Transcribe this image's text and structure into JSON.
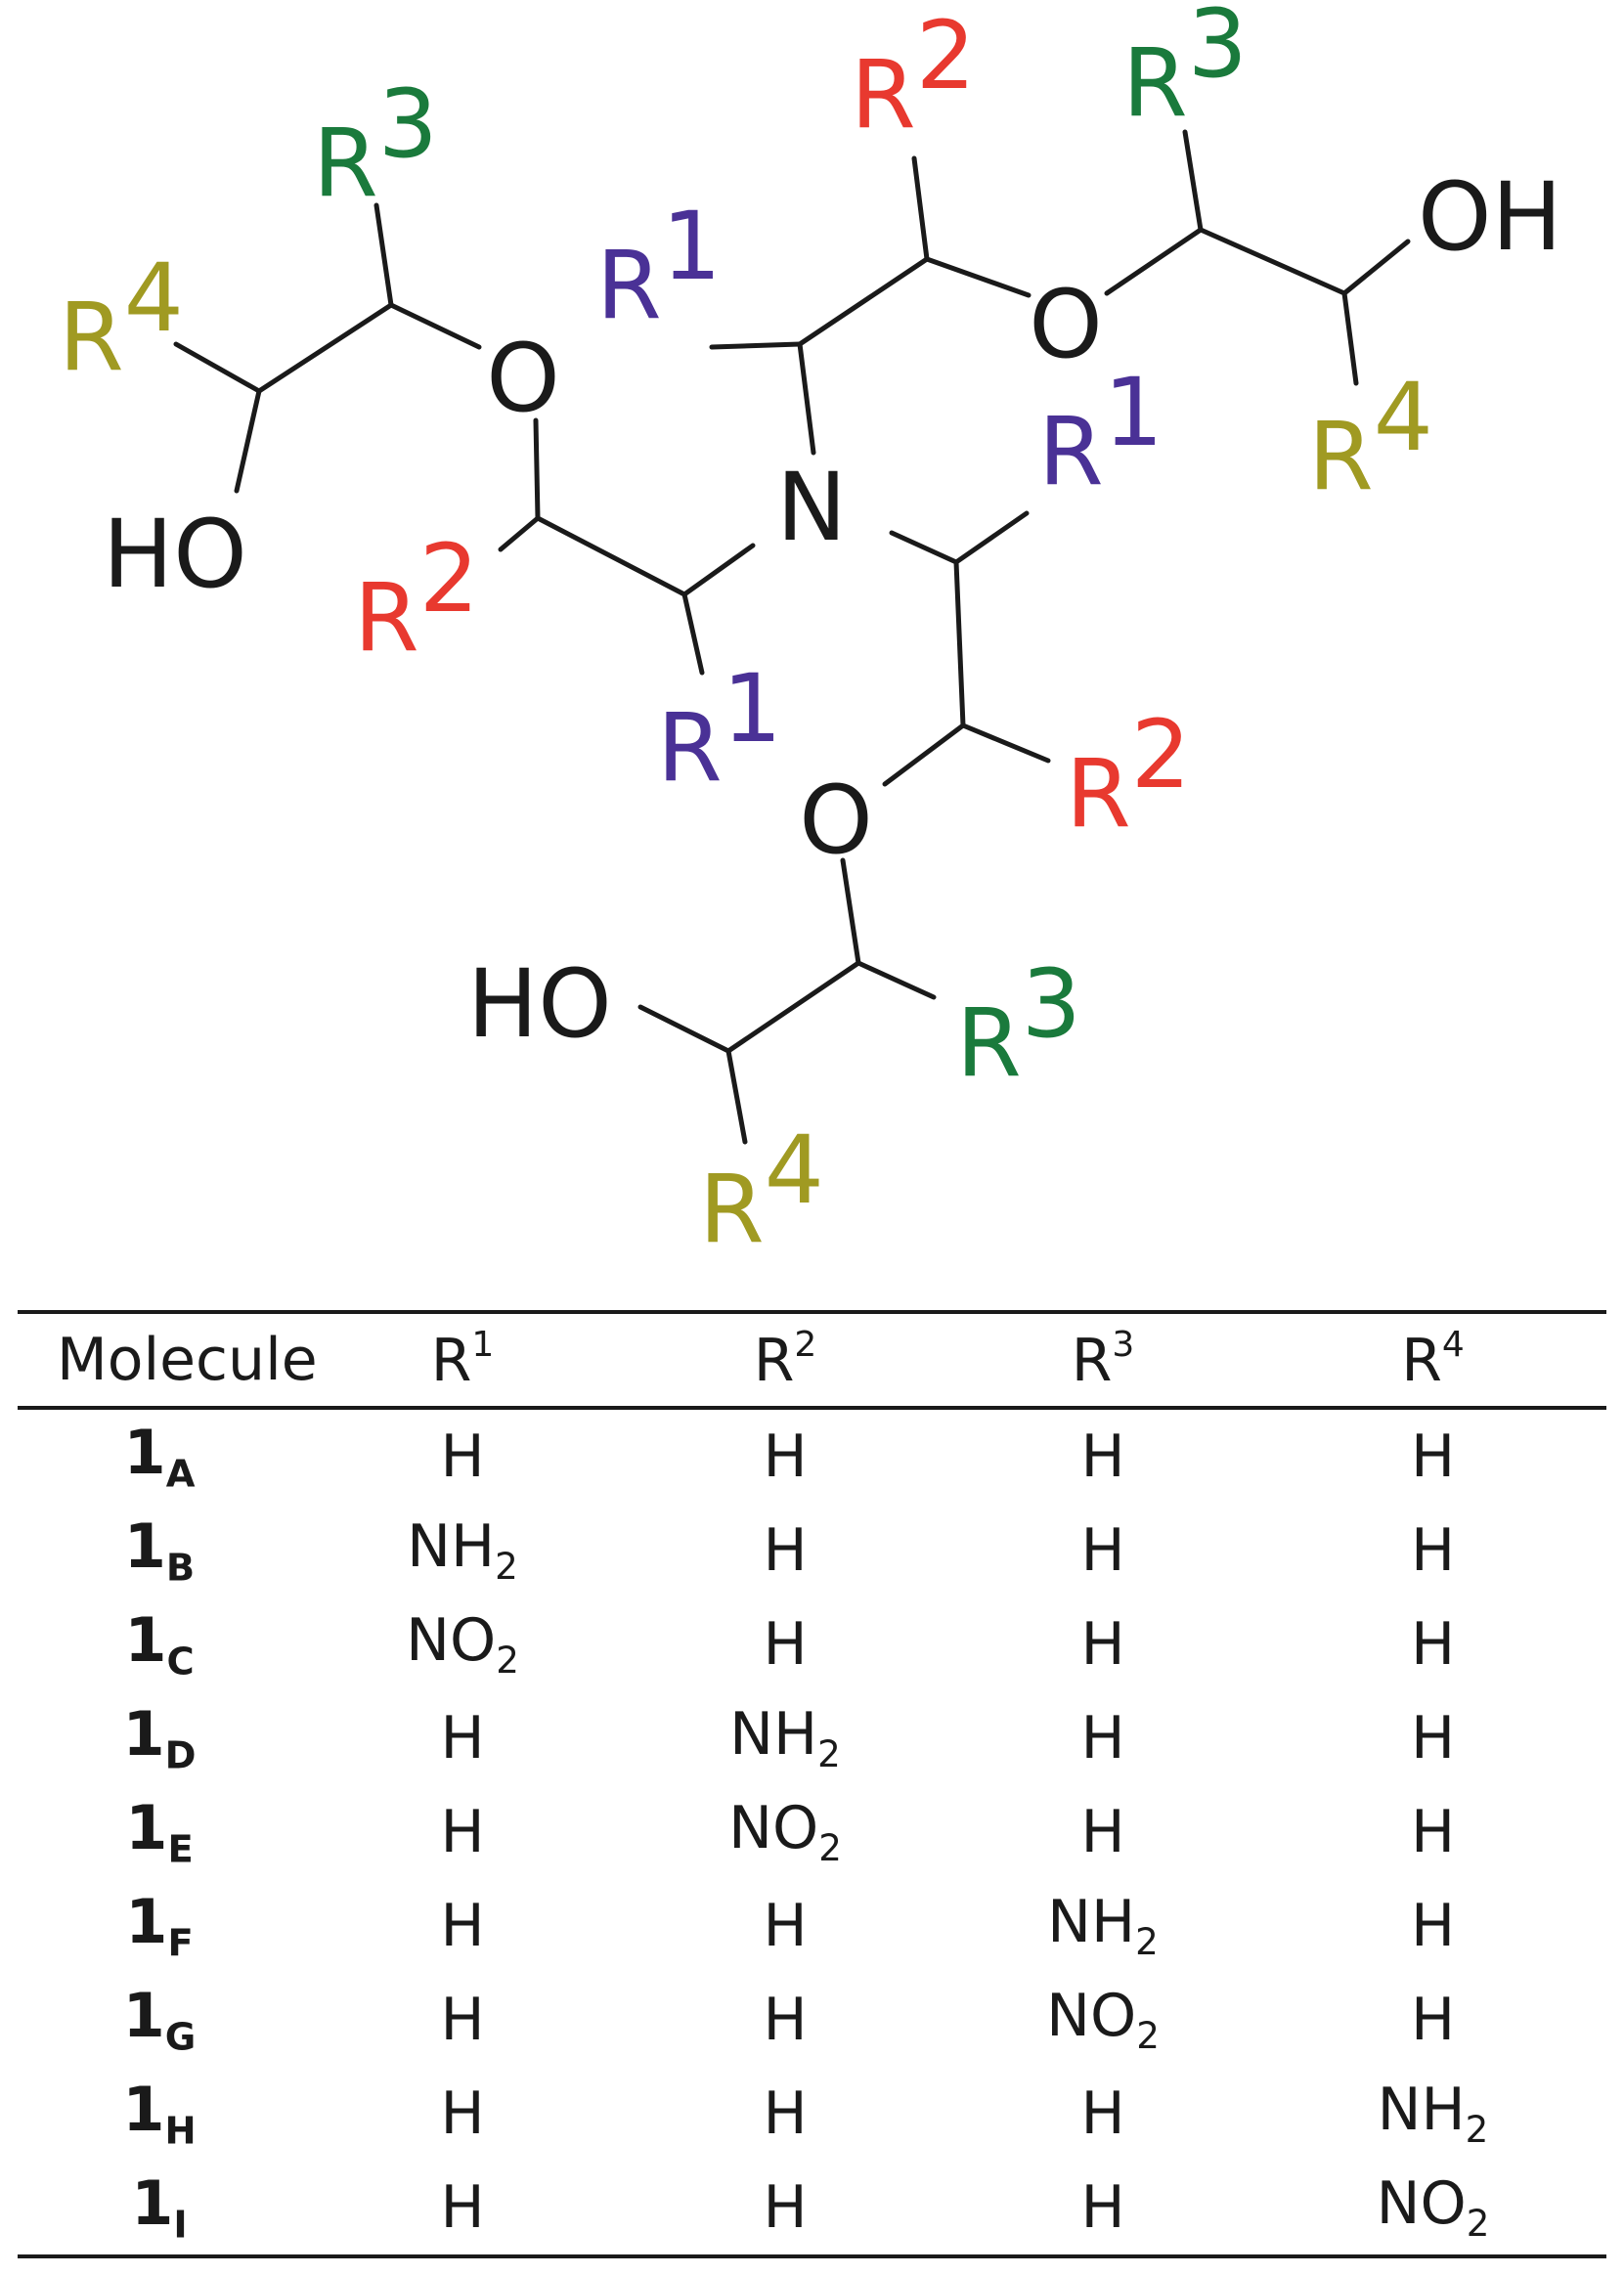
{
  "colors": {
    "bond": "#1a1a1a",
    "R1": "#4a3196",
    "R2": "#e8392f",
    "R3": "#1a7a3c",
    "R4": "#a09a22"
  },
  "structure": {
    "r_letter": "R",
    "n_label": "N",
    "o_label": "O",
    "oh_label": "OH",
    "ho_label": "HO",
    "sup1": "1",
    "sup2": "2",
    "sup3": "3",
    "sup4": "4"
  },
  "table": {
    "header_molecule": "Molecule",
    "header_r": "R",
    "header_sups": [
      "1",
      "2",
      "3",
      "4"
    ],
    "rows": [
      {
        "mol": "1",
        "mol_sub": "A",
        "cells": [
          {
            "t": "H",
            "s": ""
          },
          {
            "t": "H",
            "s": ""
          },
          {
            "t": "H",
            "s": ""
          },
          {
            "t": "H",
            "s": ""
          }
        ]
      },
      {
        "mol": "1",
        "mol_sub": "B",
        "cells": [
          {
            "t": "NH",
            "s": "2"
          },
          {
            "t": "H",
            "s": ""
          },
          {
            "t": "H",
            "s": ""
          },
          {
            "t": "H",
            "s": ""
          }
        ]
      },
      {
        "mol": "1",
        "mol_sub": "C",
        "cells": [
          {
            "t": "NO",
            "s": "2"
          },
          {
            "t": "H",
            "s": ""
          },
          {
            "t": "H",
            "s": ""
          },
          {
            "t": "H",
            "s": ""
          }
        ]
      },
      {
        "mol": "1",
        "mol_sub": "D",
        "cells": [
          {
            "t": "H",
            "s": ""
          },
          {
            "t": "NH",
            "s": "2"
          },
          {
            "t": "H",
            "s": ""
          },
          {
            "t": "H",
            "s": ""
          }
        ]
      },
      {
        "mol": "1",
        "mol_sub": "E",
        "cells": [
          {
            "t": "H",
            "s": ""
          },
          {
            "t": "NO",
            "s": "2"
          },
          {
            "t": "H",
            "s": ""
          },
          {
            "t": "H",
            "s": ""
          }
        ]
      },
      {
        "mol": "1",
        "mol_sub": "F",
        "cells": [
          {
            "t": "H",
            "s": ""
          },
          {
            "t": "H",
            "s": ""
          },
          {
            "t": "NH",
            "s": "2"
          },
          {
            "t": "H",
            "s": ""
          }
        ]
      },
      {
        "mol": "1",
        "mol_sub": "G",
        "cells": [
          {
            "t": "H",
            "s": ""
          },
          {
            "t": "H",
            "s": ""
          },
          {
            "t": "NO",
            "s": "2"
          },
          {
            "t": "H",
            "s": ""
          }
        ]
      },
      {
        "mol": "1",
        "mol_sub": "H",
        "cells": [
          {
            "t": "H",
            "s": ""
          },
          {
            "t": "H",
            "s": ""
          },
          {
            "t": "H",
            "s": ""
          },
          {
            "t": "NH",
            "s": "2"
          }
        ]
      },
      {
        "mol": "1",
        "mol_sub": "I",
        "cells": [
          {
            "t": "H",
            "s": ""
          },
          {
            "t": "H",
            "s": ""
          },
          {
            "t": "H",
            "s": ""
          },
          {
            "t": "NO",
            "s": "2"
          }
        ]
      }
    ]
  }
}
